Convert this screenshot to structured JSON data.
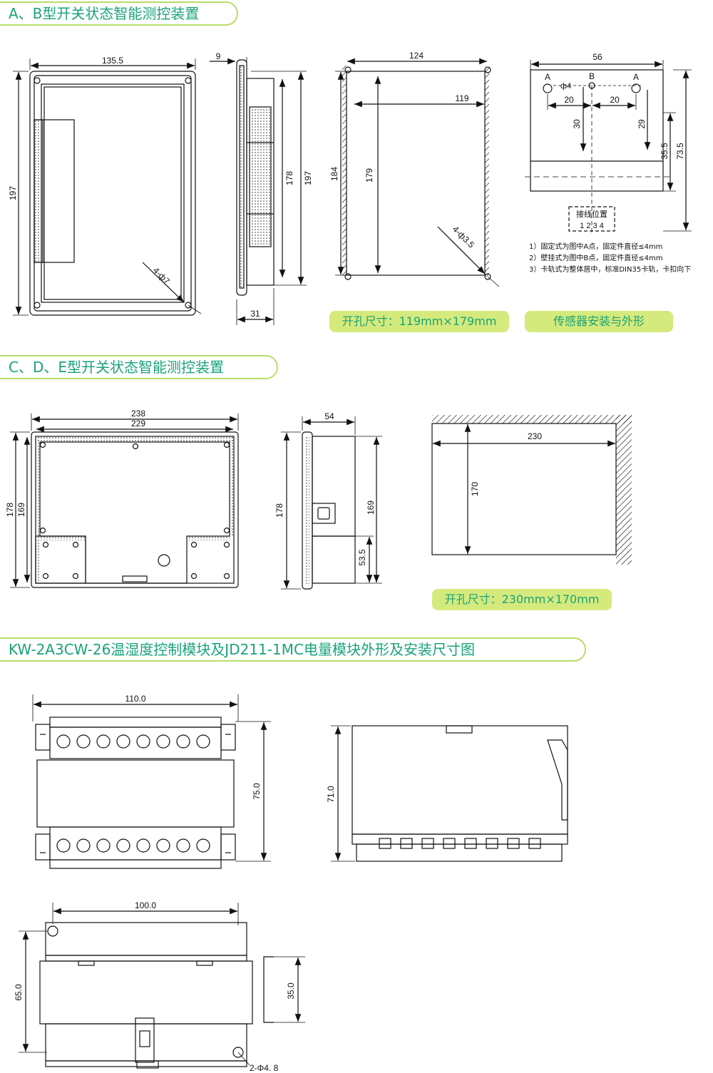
{
  "sections": {
    "ab": {
      "title": "A、B型开关状态智能测控装置",
      "cutout": "开孔尺寸：119mm×179mm",
      "sensor": "传感器安装与外形"
    },
    "cde": {
      "title": "C、D、E型开关状态智能测控装置",
      "cutout": "开孔尺寸：230mm×170mm"
    },
    "kw": {
      "title": "KW-2A3CW-26温湿度控制模块及JD211-1MC电量模块外形及安装尺寸图"
    }
  },
  "dims": {
    "ab_w": "135.5",
    "ab_h": "197",
    "ab_hole": "4-ф7",
    "ab_side_t": "9",
    "ab_side_h1": "178",
    "ab_side_h2": "197",
    "ab_side_d": "31",
    "ab_cut_w": "124",
    "ab_cut_w2": "119",
    "ab_cut_h": "184",
    "ab_cut_h2": "179",
    "ab_cut_hole": "4-ф3.5",
    "s_w": "56",
    "s_a1": "A",
    "s_b": "B",
    "s_a2": "A",
    "s_phi": "ф4",
    "s_20a": "20",
    "s_20b": "20",
    "s_30": "30",
    "s_29": "29",
    "s_355": "35.5",
    "s_735": "73.5",
    "s_wiring": "接线位置",
    "s_terms": "1  2  3  4",
    "cde_w1": "238",
    "cde_w2": "229",
    "cde_h1": "178",
    "cde_h2": "169",
    "cde_side_d": "54",
    "cde_side_h": "178",
    "cde_side_h2": "169",
    "cde_side_h3": "53.5",
    "cde_cut_w": "230",
    "cde_cut_h": "170",
    "kw_w": "110.0",
    "kw_h": "75.0",
    "kw_side_h": "71.0",
    "kw_bw": "100.0",
    "kw_bh": "65.0",
    "kw_rail": "35.0",
    "kw_holes": "2-Φ4. 8"
  },
  "notes": [
    "1）固定式为图中A点，固定件直径≤4mm",
    "2）壁挂式为图中B点，固定件直径≤4mm",
    "3）卡轨式为整体居中，标准DIN35卡轨，卡扣向下"
  ]
}
